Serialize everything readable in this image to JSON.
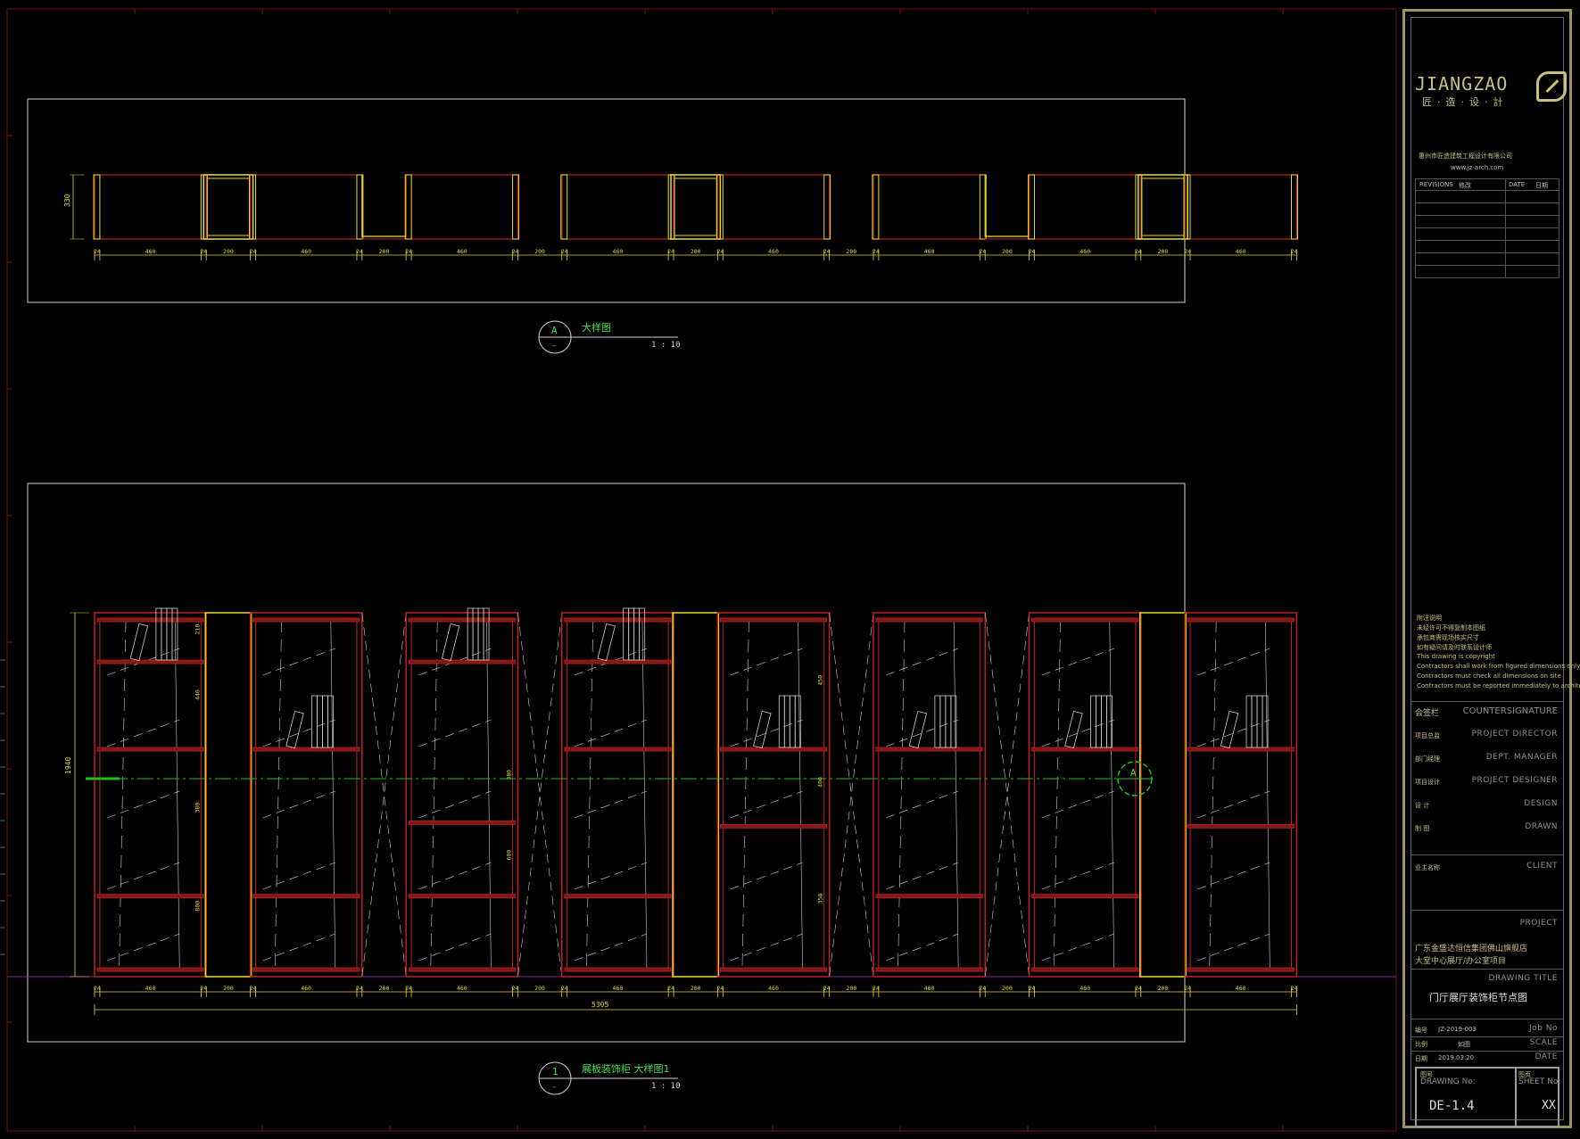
{
  "detail_a": {
    "bubble": "A",
    "bubble_sub": "–",
    "title": "大样图",
    "scale": "1 : 10",
    "height_dim": "330",
    "dims": [
      "24",
      "460",
      "24",
      "200",
      "24",
      "460",
      "24",
      "200",
      "24",
      "460",
      "24",
      "200",
      "24",
      "460",
      "24",
      "200",
      "24",
      "460",
      "24",
      "200",
      "24",
      "460",
      "24",
      "200",
      "24",
      "460",
      "24",
      "200",
      "24",
      "460",
      "24"
    ]
  },
  "detail_1": {
    "bubble": "1",
    "bubble_sub": "–",
    "title": "展板装饰柜 大样图1",
    "scale": "1 : 10",
    "height_dim": "1940",
    "total_dim": "5305",
    "section_marker": "A",
    "shelf_dims": [
      "210",
      "440",
      "380",
      "800",
      "380",
      "680",
      "450",
      "400",
      "350"
    ],
    "dims": [
      "24",
      "460",
      "24",
      "200",
      "24",
      "460",
      "24",
      "200",
      "24",
      "460",
      "24",
      "200",
      "24",
      "460",
      "24",
      "200",
      "24",
      "460",
      "24",
      "200",
      "24",
      "460",
      "24",
      "200",
      "24",
      "460",
      "24",
      "200",
      "24",
      "460",
      "24"
    ]
  },
  "title_block": {
    "logo": "JIANGZAO",
    "logo_sub": "匠·造·设·計",
    "company": "惠州市匠造建筑工程设计有限公司",
    "website": "www.jz-arch.com",
    "revisions_header": "REVISIONS",
    "rev_col2": "修改",
    "date_header": "DATE",
    "date_col2": "日期",
    "notes": [
      "附注说明",
      "未经许可不得复制本图纸",
      "承包商需现场核实尺寸",
      "如有疑问请及时联系设计师",
      "This drawing is copyright",
      "Contractors shall work from figured dimensions only",
      "Contractors must check all dimensions on site",
      "Contractors must be reported immediately to architects"
    ],
    "countersign_cn": "会签栏",
    "countersign_en": "COUNTERSIGNATURE",
    "roles": [
      {
        "cn": "项目总监",
        "en": "PROJECT DIRECTOR"
      },
      {
        "cn": "部门经理",
        "en": "DEPT. MANAGER"
      },
      {
        "cn": "项目设计",
        "en": "PROJECT DESIGNER"
      },
      {
        "cn": "设  计",
        "en": "DESIGN"
      },
      {
        "cn": "制  图",
        "en": "DRAWN"
      }
    ],
    "client_cn": "业主名称",
    "client_en": "CLIENT",
    "project_en": "PROJECT",
    "project_name_1": "广东金盛达恒信集团佛山旗舰店",
    "project_name_2": "大堂中心展厅/办公室项目",
    "drawing_title_en": "DRAWING TITLE",
    "drawing_title": "门厅展厅装饰柜节点图",
    "job_no_cn": "编号",
    "job_no_val": "JZ-2019-003",
    "job_no_en": "Job No",
    "scale_cn": "比例",
    "scale_val": "如图",
    "scale_en": "SCALE",
    "date_cn": "日期",
    "date_val": "2019.03.20",
    "date_en": "DATE",
    "drawing_no_cn": "图号",
    "drawing_no_en": "DRAWING No:",
    "drawing_no": "DE-1.4",
    "sheet_no_cn": "图页",
    "sheet_no_en": "SHEET No:",
    "sheet_no": "XX"
  },
  "colors": {
    "frame_red": "#c02020",
    "panel_yellow": "#e8e020",
    "dim_yellow": "#e0d830",
    "text_green": "#40e040",
    "center_green": "#20c020",
    "border_white": "#cfcfcf",
    "titleblock_gold": "#9c9458"
  }
}
